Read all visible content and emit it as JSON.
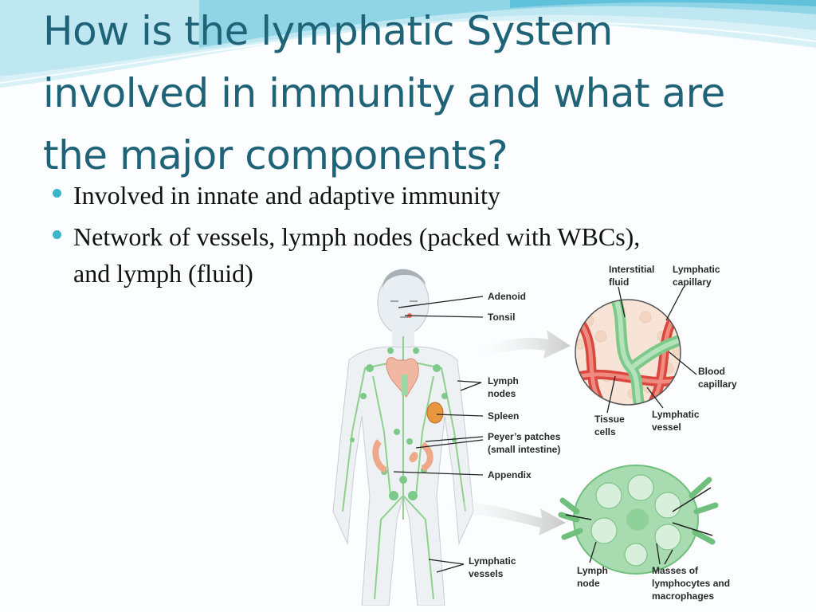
{
  "title_lines": [
    "How is the lymphatic System",
    "involved in immunity and what are",
    "the major components?"
  ],
  "bullets": [
    {
      "lines": [
        "Involved in innate and adaptive immunity"
      ]
    },
    {
      "lines": [
        "Network of vessels, lymph nodes (packed with WBCs),",
        "and lymph (fluid)"
      ]
    }
  ],
  "figure": {
    "labels": {
      "adenoid": "Adenoid",
      "tonsil": "Tonsil",
      "lymph_nodes": [
        "Lymph",
        "nodes"
      ],
      "spleen": "Spleen",
      "peyers_patches": [
        "Peyer’s patches",
        "(small intestine)"
      ],
      "appendix": "Appendix",
      "lymphatic_vessels": [
        "Lymphatic",
        "vessels"
      ],
      "interstitial_fluid": [
        "Interstitial",
        "fluid"
      ],
      "lymphatic_capillary": [
        "Lymphatic",
        "capillary"
      ],
      "blood_capillary": [
        "Blood",
        "capillary"
      ],
      "tissue_cells": [
        "Tissue",
        "cells"
      ],
      "lymphatic_vessel": [
        "Lymphatic",
        "vessel"
      ],
      "lymph_node": [
        "Lymph",
        "node"
      ],
      "masses": [
        "Masses of",
        "lymphocytes and",
        "macrophages"
      ]
    }
  },
  "colors": {
    "title": "#1f6379",
    "bullet_marker": "#39b7c8",
    "wave_dark": "#5fc2da",
    "wave_light": "#bfe7f2",
    "lymph_green": "#7cc98a",
    "blood_red": "#d9473e"
  }
}
